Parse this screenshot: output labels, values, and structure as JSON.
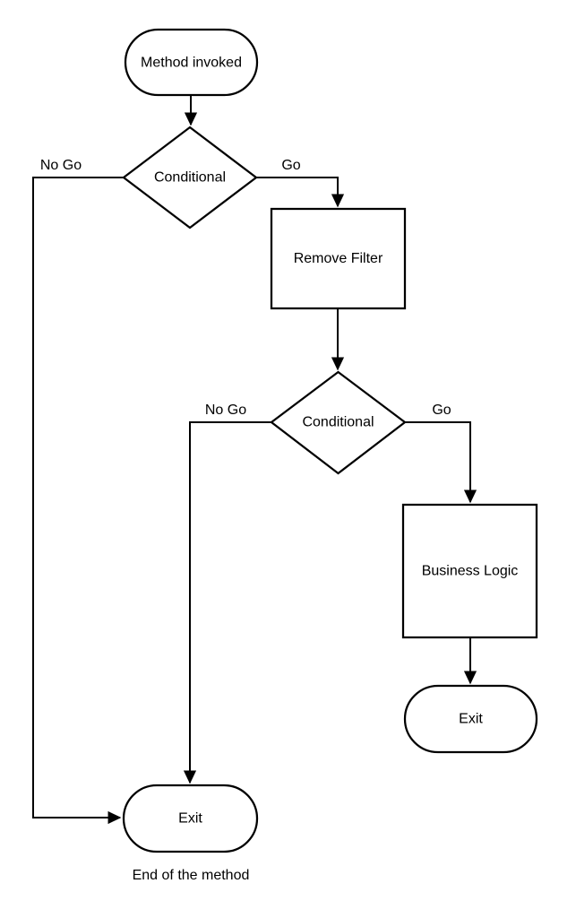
{
  "diagram": {
    "background": "#ffffff",
    "stroke_color": "#000000",
    "text_color": "#000000",
    "nodes": {
      "start": {
        "label": "Method invoked",
        "type": "terminator"
      },
      "cond1": {
        "label": "Conditional",
        "type": "decision"
      },
      "remove_filter": {
        "label": "Remove Filter",
        "type": "process"
      },
      "cond2": {
        "label": "Conditional",
        "type": "decision"
      },
      "business_logic": {
        "label": "Business Logic",
        "type": "process"
      },
      "exit_right": {
        "label": "Exit",
        "type": "terminator"
      },
      "exit_bottom": {
        "label": "Exit",
        "type": "terminator"
      }
    },
    "edges": {
      "cond1_go_label": "Go",
      "cond1_nogo_label": "No Go",
      "cond2_go_label": "Go",
      "cond2_nogo_label": "No Go"
    },
    "caption": "End of the method"
  }
}
